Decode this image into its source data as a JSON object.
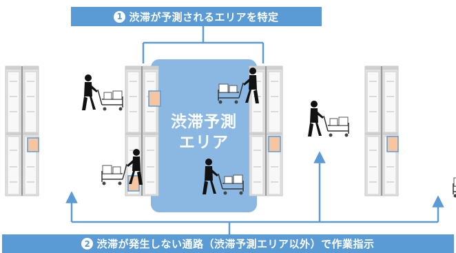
{
  "top_banner": {
    "number": "1",
    "text": "渋滞が予測されるエリアを特定"
  },
  "zone": {
    "line1": "渋滞予測",
    "line2": "エリア"
  },
  "bottom_banner": {
    "number": "2",
    "text": "渋滞が発生しない通路（渋滞予測エリア以外）で作業指示"
  },
  "colors": {
    "accent": "#5b9bd5",
    "zone": "#8ab8e2",
    "highlight": "#f6c6a3",
    "shelf": "#e6e6e6"
  }
}
